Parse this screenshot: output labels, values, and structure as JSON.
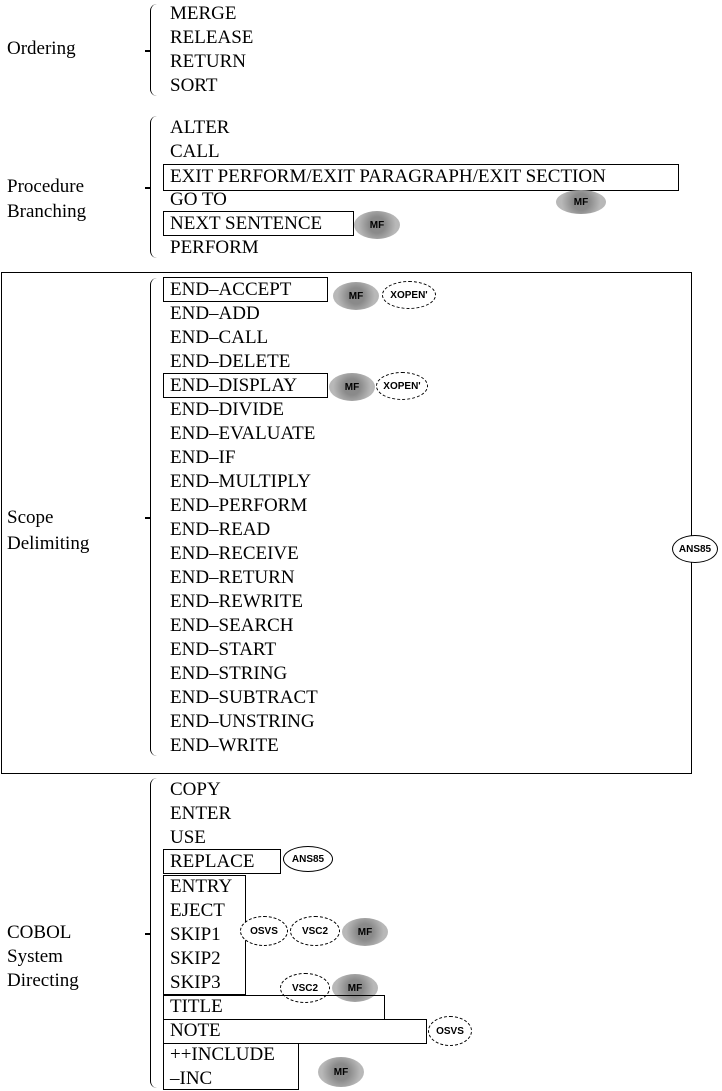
{
  "sections": {
    "ordering": {
      "label": "Ordering",
      "items": [
        "MERGE",
        "RELEASE",
        "RETURN",
        "SORT"
      ]
    },
    "procedure_branching": {
      "label_line1": "Procedure",
      "label_line2": "Branching",
      "items": [
        "ALTER",
        "CALL",
        "EXIT PERFORM/EXIT PARAGRAPH/EXIT SECTION",
        "GO TO",
        "NEXT SENTENCE",
        "PERFORM"
      ]
    },
    "scope_delimiting": {
      "label_line1": "Scope",
      "label_line2": "Delimiting",
      "items": [
        "END–ACCEPT",
        "END–ADD",
        "END–CALL",
        "END–DELETE",
        "END–DISPLAY",
        "END–DIVIDE",
        "END–EVALUATE",
        "END–IF",
        "END–MULTIPLY",
        "END–PERFORM",
        "END–READ",
        "END–RECEIVE",
        "END–RETURN",
        "END–REWRITE",
        "END–SEARCH",
        "END–START",
        "END–STRING",
        "END–SUBTRACT",
        "END–UNSTRING",
        "END–WRITE"
      ]
    },
    "cobol_system_directing": {
      "label_line1": "COBOL",
      "label_line2": "System",
      "label_line3": "Directing",
      "items": [
        "COPY",
        "ENTER",
        "USE",
        "REPLACE",
        "ENTRY",
        "EJECT",
        "SKIP1",
        "SKIP2",
        "SKIP3",
        "TITLE",
        "NOTE",
        "++INCLUDE",
        "–INC"
      ]
    }
  },
  "badges": {
    "mf": "MF",
    "xopen": "XOPEN'",
    "ans85": "ANS85",
    "osvs": "OSVS",
    "vsc2": "VSC2"
  }
}
